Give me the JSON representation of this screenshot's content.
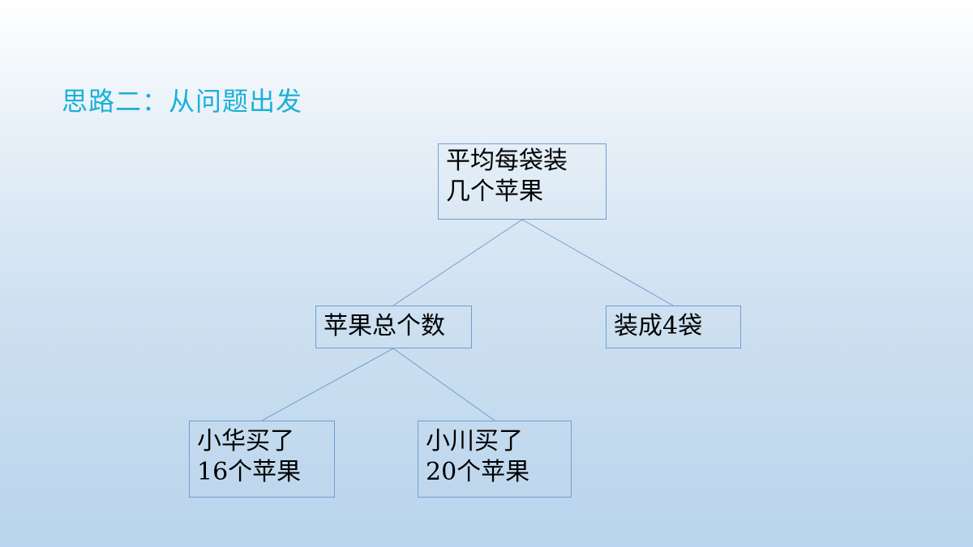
{
  "slide": {
    "heading": "思路二：从问题出发"
  },
  "tree": {
    "root": {
      "line1": "平均每袋装",
      "line2": "几个苹果"
    },
    "left": {
      "label": "苹果总个数"
    },
    "right": {
      "label": "装成4袋"
    },
    "left_children": [
      {
        "line1": "小华买了",
        "line2": "16个苹果"
      },
      {
        "line1": "小川买了",
        "line2": "20个苹果"
      }
    ]
  },
  "colors": {
    "heading": "#1ab0d8",
    "box_border": "#6f9ed0",
    "connector": "#6f9ed0",
    "text": "#000000"
  }
}
